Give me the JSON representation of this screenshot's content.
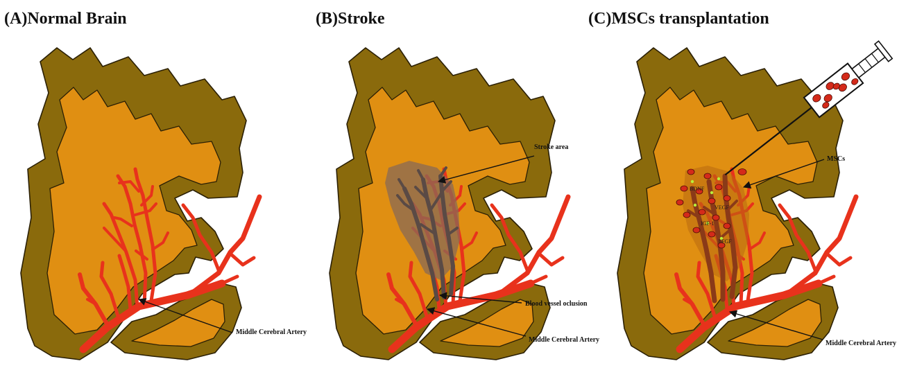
{
  "panels": {
    "a": {
      "title": "(A)Normal Brain",
      "artery_label": "Middle Cerebral Artery"
    },
    "b": {
      "title": "(B)Stroke",
      "stroke_label": "Stroke area",
      "occlusion_label": "Blood vessel oclusion",
      "artery_label": "Middle Cerebral Artery"
    },
    "c": {
      "title": "(C)MSCs transplantation",
      "mscs_label": "MSCs",
      "artery_label": "Middle Cerebral Artery",
      "factors": {
        "bdnf": "BDNF",
        "vegf": "VEGF",
        "igf": "IGF-1",
        "bfgf": "bFGF"
      }
    }
  },
  "colors": {
    "cortex": "#8a6a0c",
    "white_matter": "#e08f12",
    "artery": "#e8321c",
    "occluded_vessel": "#5a4a45",
    "stroke_area": "#8a6a55",
    "msc_cell": "#d42a1a",
    "growth_factor": "#b8f03a"
  }
}
